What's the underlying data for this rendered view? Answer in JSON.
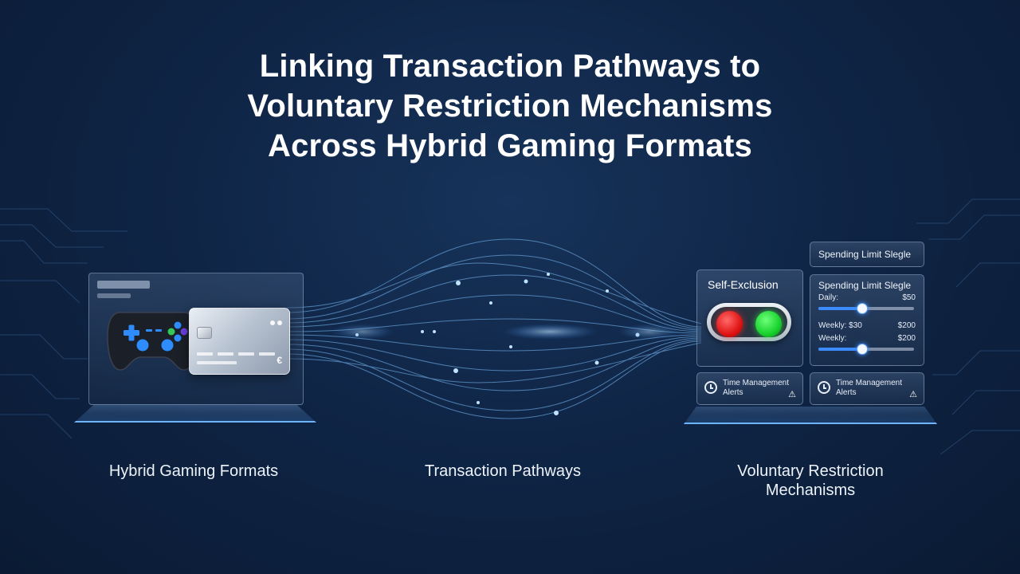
{
  "title": {
    "line1": "Linking Transaction Pathways to",
    "line2": "Voluntary Restriction Mechanisms",
    "line3": "Across Hybrid Gaming Formats"
  },
  "left_panel": {
    "caption": "Hybrid Gaming Formats",
    "controller_icon": "gamepad-icon",
    "card_icon": "credit-card-icon",
    "card_symbol": "€"
  },
  "middle": {
    "caption": "Transaction Pathways"
  },
  "right_panel": {
    "caption_line1": "Voluntary Restriction",
    "caption_line2": "Mechanisms",
    "self_exclusion_label": "Self-Exclusion",
    "spending_button_label": "Spending Limit Slegle",
    "spending_card": {
      "title": "Spending Limit Slegle",
      "daily_label": "Daily:",
      "daily_value": "$50",
      "daily_level": 0.45,
      "weekly_label": "Weekly: $30",
      "weekly_value": "$200",
      "weekly_level": 0.45,
      "weekly2_label": "Weekly:",
      "weekly2_value": "$200"
    },
    "time_alert_1": {
      "line1": "Time Management",
      "line2": "Alerts"
    },
    "time_alert_2": {
      "line1": "Time Management",
      "line2": "Alerts"
    },
    "warning_glyph": "⚠"
  },
  "colors": {
    "background": "#0f2546",
    "accent_blue": "#3c8cff",
    "red_light": "#e01414",
    "green_light": "#18d22d"
  }
}
